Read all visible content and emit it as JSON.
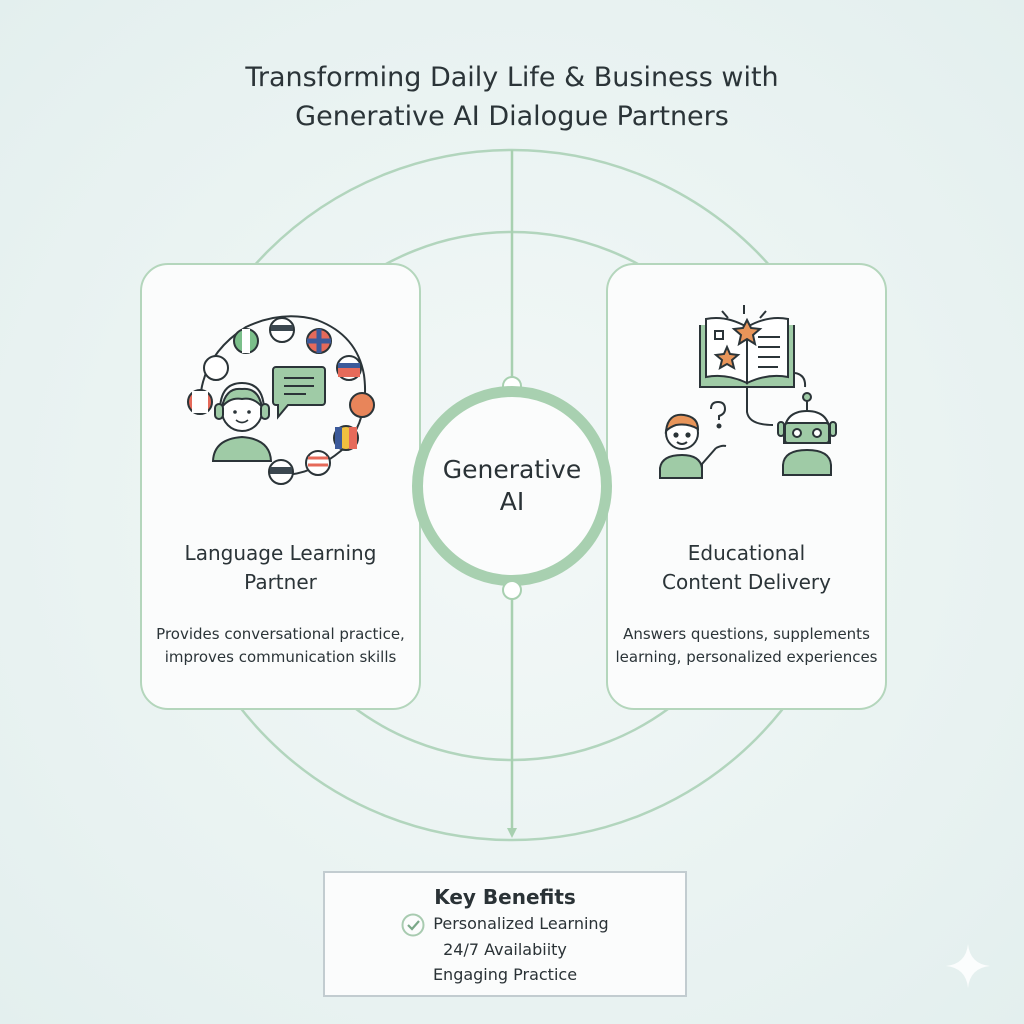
{
  "title": {
    "line1": "Transforming Daily Life & Business with",
    "line2": "Generative AI Dialogue Partners"
  },
  "center": {
    "line1": "Generative",
    "line2": "AI"
  },
  "cards": [
    {
      "heading_line1": "Language Learning",
      "heading_line2": "Partner",
      "desc_line1": "Provides conversational practice,",
      "desc_line2": "improves communication skills",
      "icon": "language-learner-flags-icon"
    },
    {
      "heading_line1": "Educational",
      "heading_line2": "Content Delivery",
      "desc_line1": "Answers questions, supplements",
      "desc_line2": "learning, personalized experiences",
      "icon": "book-student-robot-icon"
    }
  ],
  "benefits": {
    "title": "Key Benefits",
    "items": [
      "Personalized Learning",
      "24/7 Availabiity",
      "Engaging Practice"
    ],
    "icon": "check-circle-icon"
  },
  "colors": {
    "accent_green": "#a8d0b0",
    "accent_orange": "#e8955a",
    "background": "#e8f2f1"
  }
}
